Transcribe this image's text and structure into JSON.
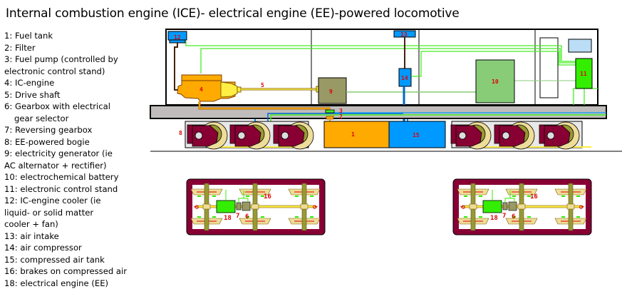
{
  "title": "Internal combustion engine (ICE)- electrical engine (EE)-powered locomotive",
  "legend": [
    {
      "text": "1: Fuel tank"
    },
    {
      "text": "2: Filter"
    },
    {
      "text": "3: Fuel pump (controlled by"
    },
    {
      "text": "electronic control stand)"
    },
    {
      "text": "4: IC-engine"
    },
    {
      "text": "5: Drive shaft"
    },
    {
      "text": "6: Gearbox with electrical"
    },
    {
      "text": "gear selector",
      "indent": true
    },
    {
      "text": "7: Reversing gearbox"
    },
    {
      "text": "8: EE-powered bogie"
    },
    {
      "text": "9: electricity generator (ie"
    },
    {
      "text": "AC alternator + rectifier)"
    },
    {
      "text": "10: electrochemical battery"
    },
    {
      "text": "11: electronic control stand"
    },
    {
      "text": "12: IC-engine cooler (ie"
    },
    {
      "text": "liquid- or solid matter"
    },
    {
      "text": "cooler + fan)"
    },
    {
      "text": "13: air intake"
    },
    {
      "text": "14: air compressor"
    },
    {
      "text": "15: compressed air tank"
    },
    {
      "text": "16: brakes on compressed air"
    },
    {
      "text": "18: electrical engine (EE)"
    }
  ],
  "labels": {
    "l1": "1",
    "l2": "2",
    "l3": "3",
    "l4": "4",
    "l5": "5",
    "l8": "8",
    "l9": "9",
    "l10": "10",
    "l11": "11",
    "l12": "12",
    "l13": "13",
    "l14": "14",
    "l15": "15",
    "bogie_l18": "18",
    "bogie_l7": "7",
    "bogie_l6": "6",
    "bogie_l16": "16"
  },
  "colors": {
    "fuel_tank": "#ffaa00",
    "air_tank": "#0099ff",
    "control_stand": "#33ee00",
    "battery": "#88cc77",
    "generator": "#999966",
    "bogie_frame": "#880033",
    "chassis": "#c0bcbc",
    "label_red": "#e00000"
  }
}
